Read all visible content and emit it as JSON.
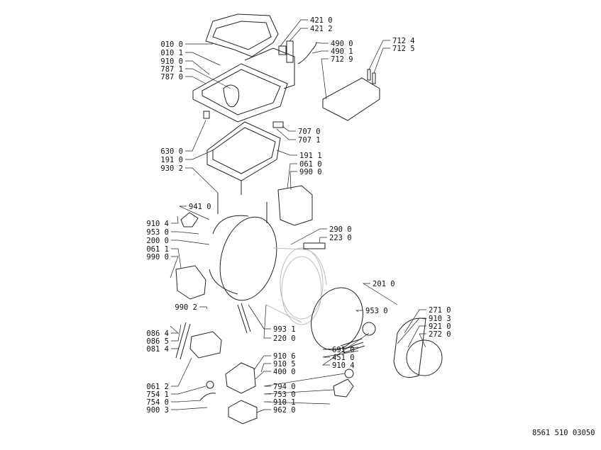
{
  "diagram": {
    "type": "exploded-parts-diagram",
    "labels": [
      "010 0",
      "010 1",
      "910 0",
      "787 1",
      "787 0",
      "630 0",
      "191 0",
      "930 2",
      "941 0",
      "910 4",
      "953 0",
      "200 0",
      "061 1",
      "990 0",
      "990 2",
      "086 4",
      "086 5",
      "081 4",
      "061 2",
      "754 1",
      "754 0",
      "900 3",
      "421 0",
      "421 2",
      "490 0",
      "490 1",
      "712 9",
      "712 4",
      "712 5",
      "707 0",
      "707 1",
      "191 1",
      "061 0",
      "990 0",
      "290 0",
      "223 0",
      "201 0",
      "953 0",
      "993 1",
      "220 0",
      "910 6",
      "910 5",
      "400 0",
      "794 0",
      "753 0",
      "910 1",
      "962 0",
      "691 0",
      "451 0",
      "910 4",
      "271 0",
      "910 3",
      "921 0",
      "272 0"
    ],
    "footer_code": "8561 510 03050"
  }
}
